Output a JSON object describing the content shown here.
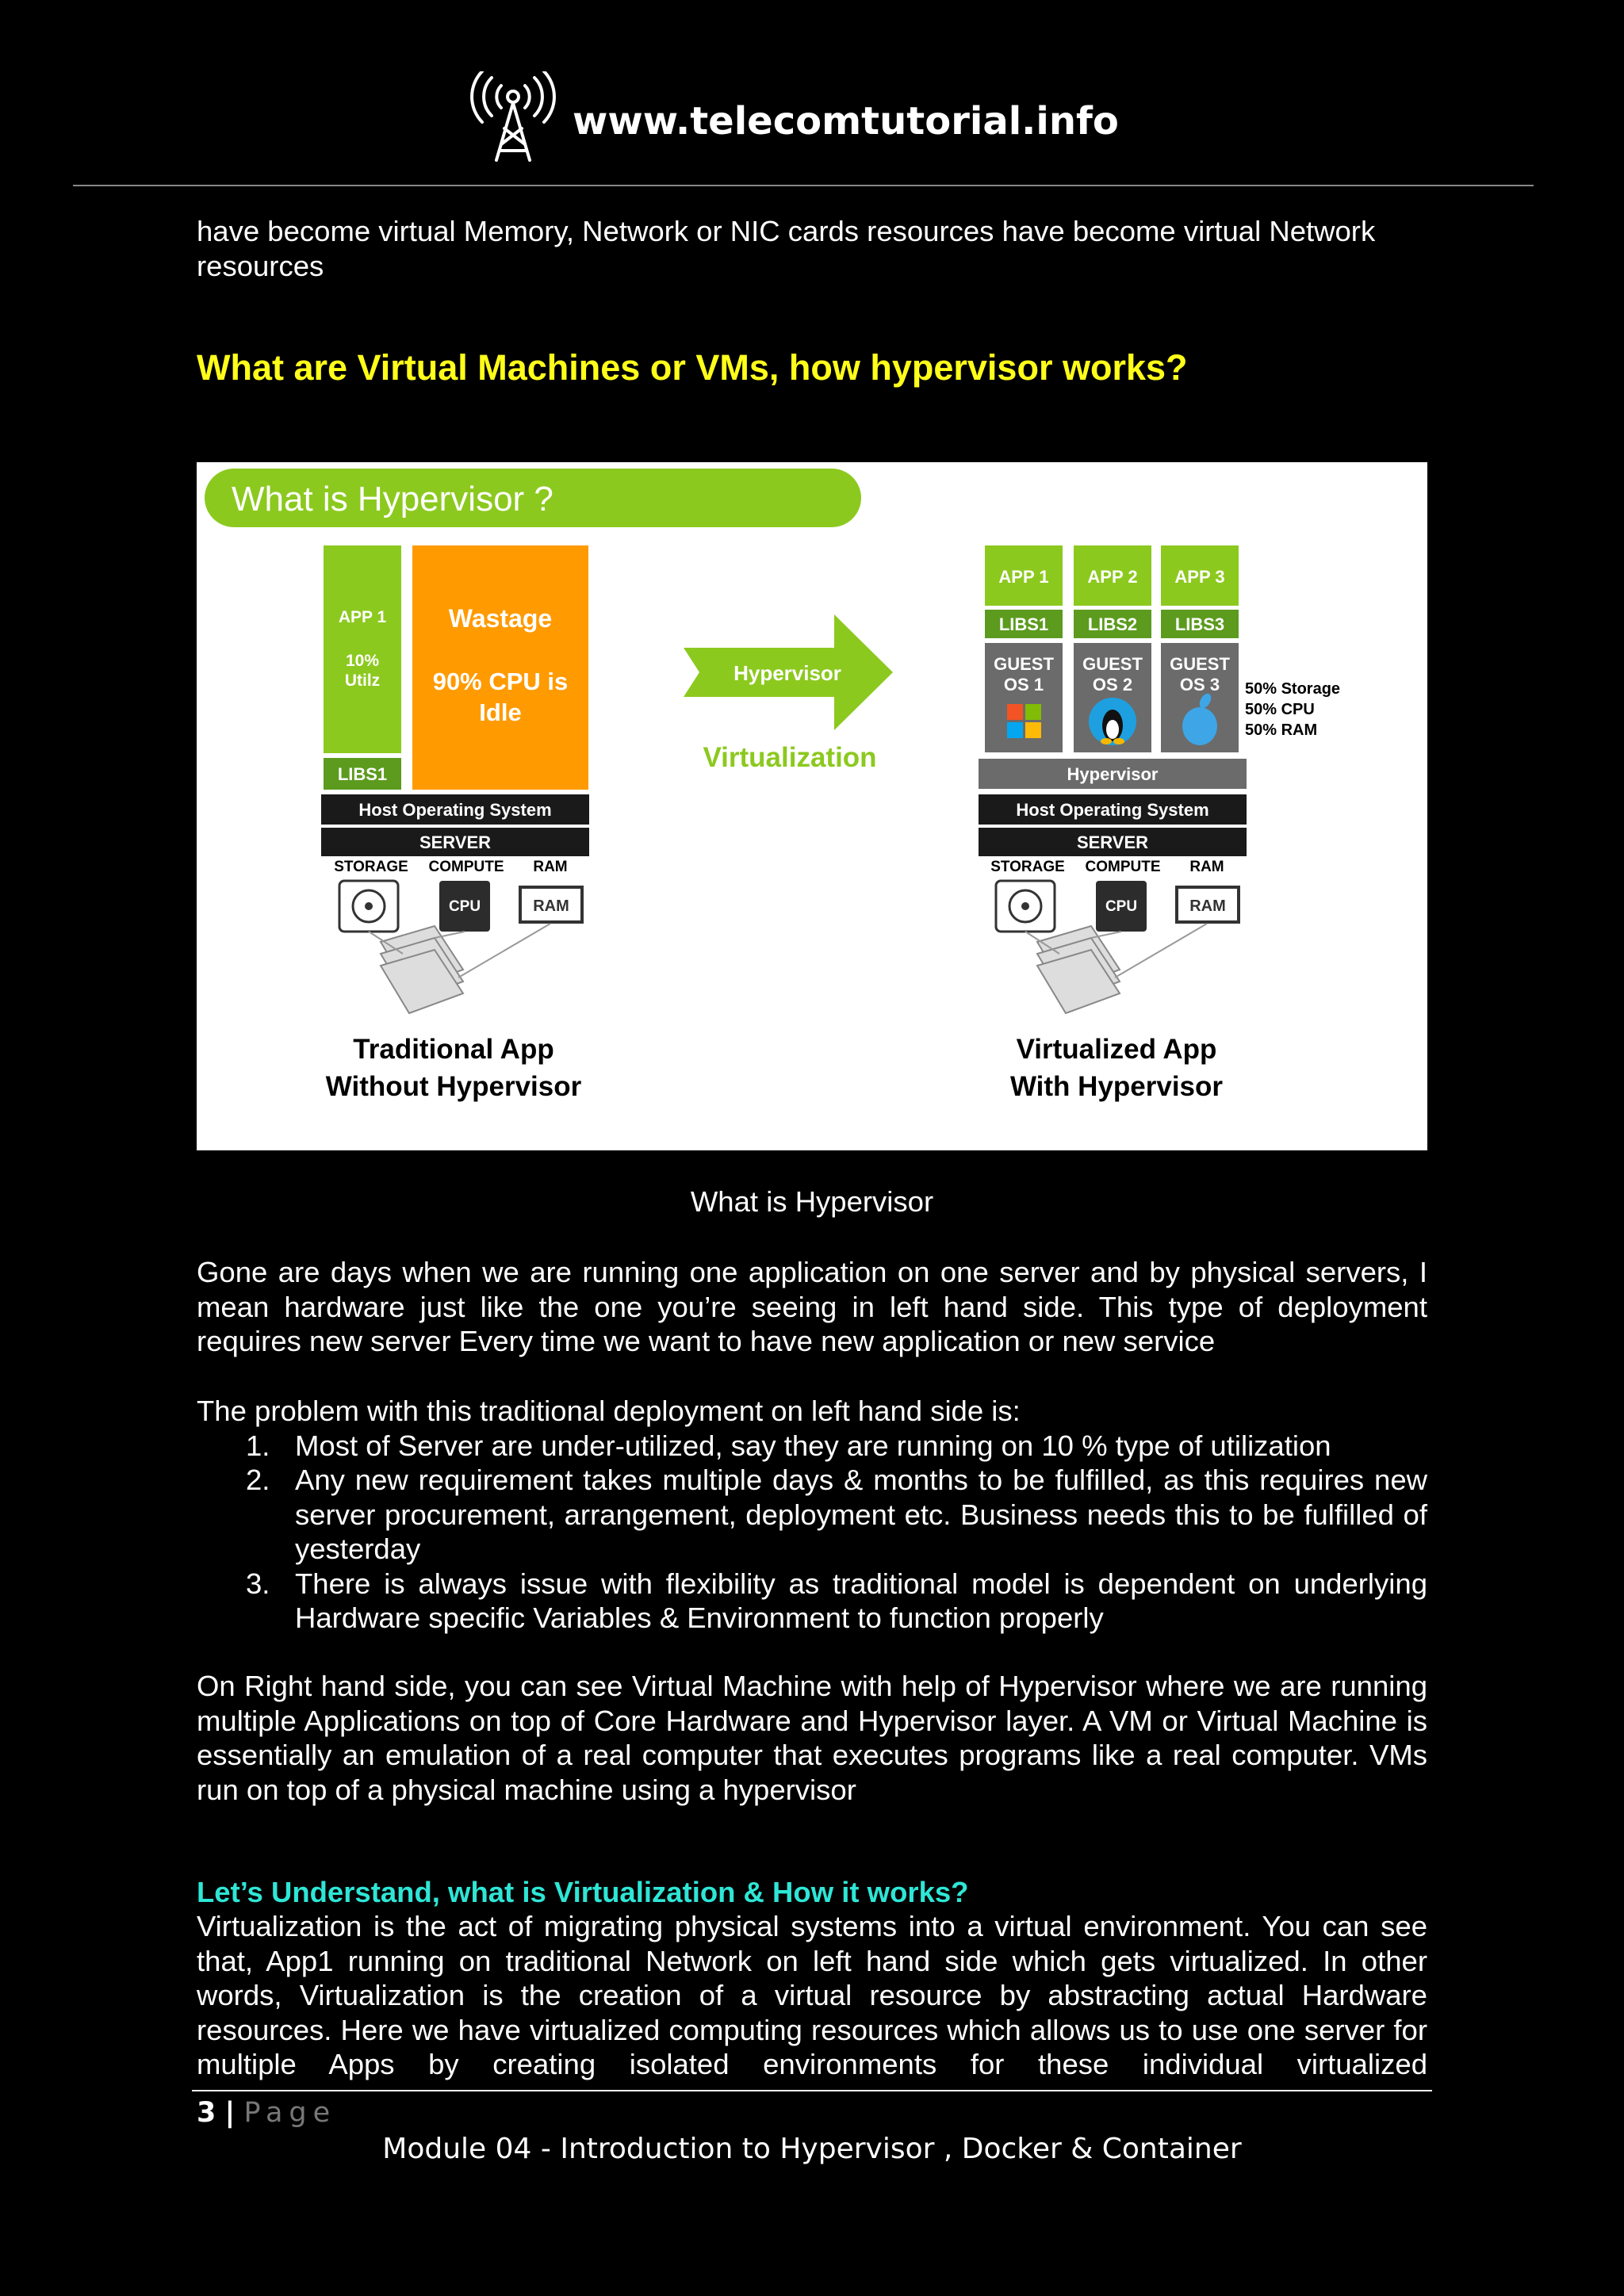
{
  "header": {
    "site": "www.telecomtutorial.info",
    "logo_icon": "antenna-tower-icon"
  },
  "intro_text": "have become virtual Memory, Network or NIC cards resources have become virtual Network resources",
  "heading": "What are Virtual Machines or VMs, how hypervisor works?",
  "figure": {
    "banner": "What is Hypervisor ?",
    "left": {
      "app": "APP 1",
      "util": "10%",
      "util2": "Utilz",
      "wastage": "Wastage",
      "idle1": "90% CPU is",
      "idle2": "Idle",
      "libs": "LIBS1",
      "host_os": "Host Operating System",
      "server": "SERVER",
      "storage": "STORAGE",
      "compute": "COMPUTE",
      "ram": "RAM",
      "cpu_chip": "CPU",
      "ram_chip": "RAM",
      "caption1": "Traditional App",
      "caption2": "Without Hypervisor"
    },
    "arrow_label": "Hypervisor",
    "virtualization": "Virtualization",
    "right": {
      "apps": [
        "APP 1",
        "APP 2",
        "APP 3"
      ],
      "libs": [
        "LIBS1",
        "LIBS2",
        "LIBS3"
      ],
      "guest": "GUEST",
      "os": [
        "OS 1",
        "OS 2",
        "OS 3"
      ],
      "share": [
        "50% Storage",
        "50% CPU",
        "50% RAM"
      ],
      "hypervisor": "Hypervisor",
      "host_os": "Host Operating System",
      "server": "SERVER",
      "storage": "STORAGE",
      "compute": "COMPUTE",
      "ram": "RAM",
      "cpu_chip": "CPU",
      "ram_chip": "RAM",
      "caption1": "Virtualized App",
      "caption2": "With Hypervisor"
    },
    "colors": {
      "green": "#8cc91f",
      "dark_green": "#5c9b1e",
      "orange": "#ff9a00",
      "grey": "#6b6b6b",
      "black_bar": "#1a1a1a"
    }
  },
  "figure_caption": "What is Hypervisor",
  "para1": "Gone are days when we are running one application on one server and by physical servers, I mean hardware just like the one you’re seeing in left hand side. This type of deployment requires new server Every time we want to have new application or new service",
  "problem_intro": "The problem with this traditional deployment on left hand side is:",
  "problems": [
    {
      "num": "1.",
      "text": "Most of Server are under-utilized, say they are running on 10 % type of utilization"
    },
    {
      "num": "2.",
      "text": "Any new requirement takes multiple days & months to be fulfilled, as this requires new server procurement, arrangement, deployment etc. Business needs this to be fulfilled of yesterday"
    },
    {
      "num": "3.",
      "text": "There is always issue with flexibility as traditional model is dependent on underlying Hardware specific Variables & Environment to function properly"
    }
  ],
  "para2": "On Right hand side, you can see Virtual Machine with help of Hypervisor where we are running multiple Applications on top of Core Hardware and Hypervisor layer. A VM or Virtual Machine is essentially an emulation of a real computer that executes programs like a real computer. VMs run on top of a physical machine using a hypervisor",
  "subheading": "Let’s Understand, what is Virtualization & How it works?",
  "para3": "Virtualization is the act of migrating physical systems into a virtual environment. You can see that, App1 running on traditional Network on left hand side which gets virtualized. In other words, Virtualization is the creation of a virtual resource by abstracting actual Hardware resources. Here we have virtualized computing resources which allows us to use one server for multiple Apps by creating isolated environments for these individual virtualized",
  "page": {
    "number": "3",
    "sep": "|",
    "label": "Page"
  },
  "footer": "Module 04 - Introduction to Hypervisor , Docker & Container"
}
